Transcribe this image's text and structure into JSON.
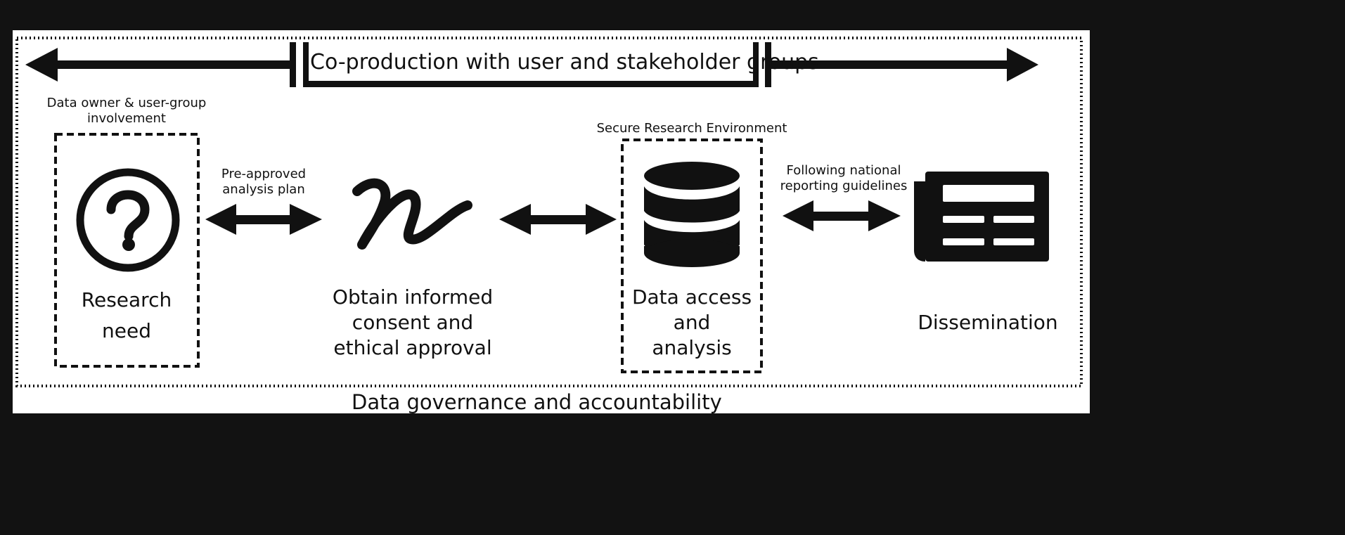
{
  "banner": {
    "label": "Co-production with user and stakeholder groups"
  },
  "stages": [
    {
      "caption_line1": "Data owner & user-group",
      "caption_line2": "involvement",
      "label_line1": "Research",
      "label_line2": "need",
      "icon": "question-circle-icon"
    },
    {
      "label_line1": "Obtain informed",
      "label_line2": "consent and",
      "label_line3": "ethical approval",
      "icon": "signature-icon"
    },
    {
      "caption": "Secure Research Environment",
      "label_line1": "Data access",
      "label_line2": "and",
      "label_line3": "analysis",
      "icon": "database-icon"
    },
    {
      "label": "Dissemination",
      "icon": "newspaper-icon"
    }
  ],
  "connectors": [
    {
      "label_line1": "Pre-approved",
      "label_line2": "analysis plan"
    },
    {
      "label_line1": "",
      "label_line2": ""
    },
    {
      "label_line1": "Following national",
      "label_line2": "reporting guidelines"
    }
  ],
  "footer": {
    "label": "Data governance and accountability"
  },
  "colors": {
    "page_background": "#121212",
    "panel_background": "#ffffff",
    "ink": "#111111"
  }
}
